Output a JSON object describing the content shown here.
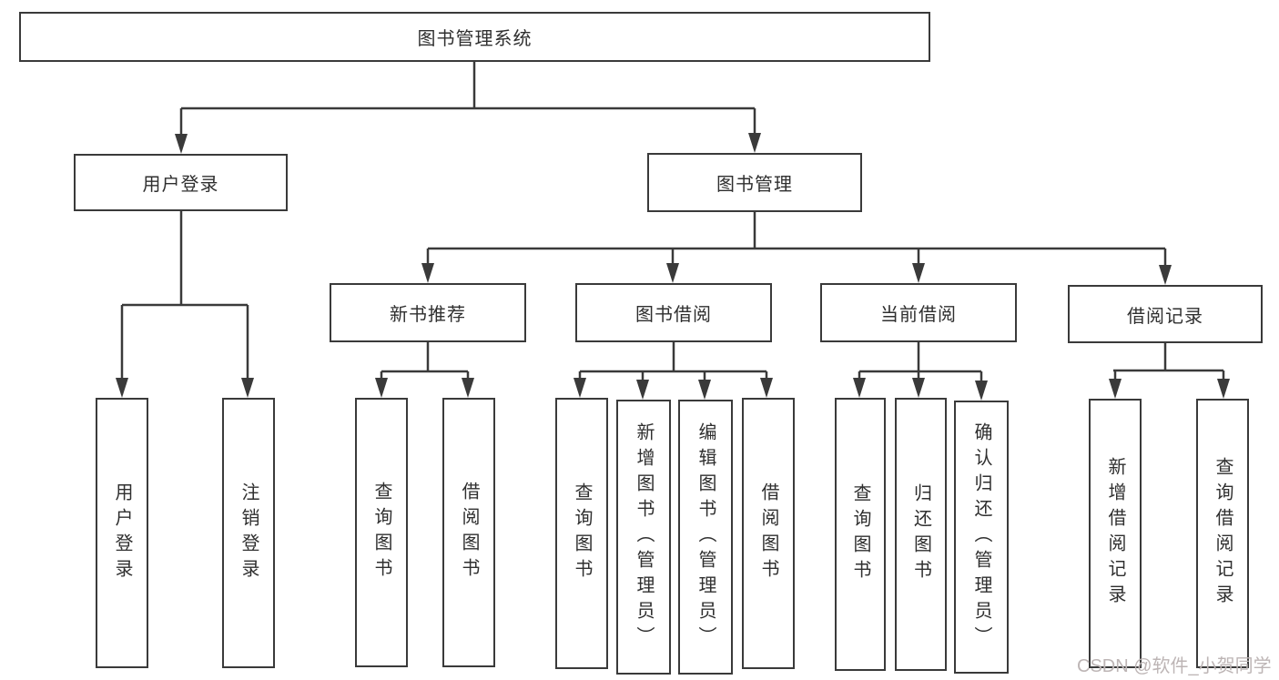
{
  "diagram": {
    "root": "图书管理系统",
    "level2": [
      "用户登录",
      "图书管理"
    ],
    "level3": [
      "新书推荐",
      "图书借阅",
      "当前借阅",
      "借阅记录"
    ],
    "leaves": {
      "user_login": [
        "用户登录",
        "注销登录"
      ],
      "new_book_recommend": [
        "查询图书",
        "借阅图书"
      ],
      "book_borrow": [
        "查询图书",
        "新增图书（管理员）",
        "编辑图书（管理员）",
        "借阅图书"
      ],
      "current_borrow": [
        "查询图书",
        "归还图书",
        "确认归还（管理员）"
      ],
      "borrow_record": [
        "新增借阅记录",
        "查询借阅记录"
      ]
    }
  },
  "watermark": "CSDN @软件_小贺同学",
  "colors": {
    "line": "#3a3a3a",
    "text": "#2f2f2f",
    "watermark": "#bdb5b5",
    "background": "#ffffff"
  }
}
